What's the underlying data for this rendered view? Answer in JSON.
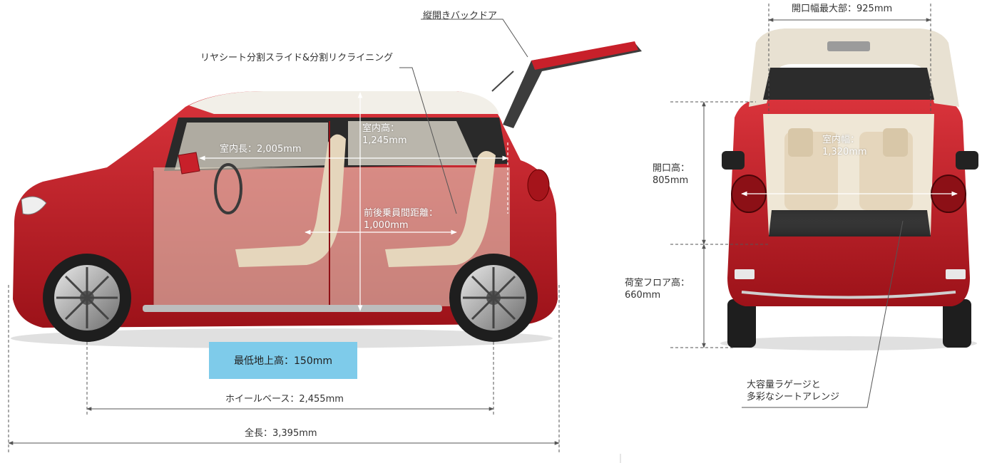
{
  "side_view": {
    "back_door": "縦開きバックドア",
    "rear_seat": "リヤシート分割スライド&分割リクライニング",
    "interior_length": "室内長：2,005mm",
    "interior_height_line1": "室内高：",
    "interior_height_line2": "1,245mm",
    "couple_distance_line1": "前後乗員間距離：",
    "couple_distance_line2": "1,000mm",
    "ground_clearance": "最低地上高：150mm",
    "wheelbase": "ホイールベース：2,455mm",
    "overall_length": "全長：3,395mm"
  },
  "rear_view": {
    "opening_width": "開口幅最大部：925mm",
    "interior_width_line1": "室内幅：",
    "interior_width_line2": "1,320mm",
    "opening_height_line1": "開口高：",
    "opening_height_line2": "805mm",
    "floor_height_line1": "荷室フロア高：",
    "floor_height_line2": "660mm",
    "luggage_line1": "大容量ラゲージと",
    "luggage_line2": "多彩なシートアレンジ"
  },
  "colors": {
    "body_red": "#c8202a",
    "roof_white": "#f2efe8",
    "badge_blue": "#7ecbea",
    "seat_beige": "#e5d6bc",
    "dim_line": "#555555"
  }
}
